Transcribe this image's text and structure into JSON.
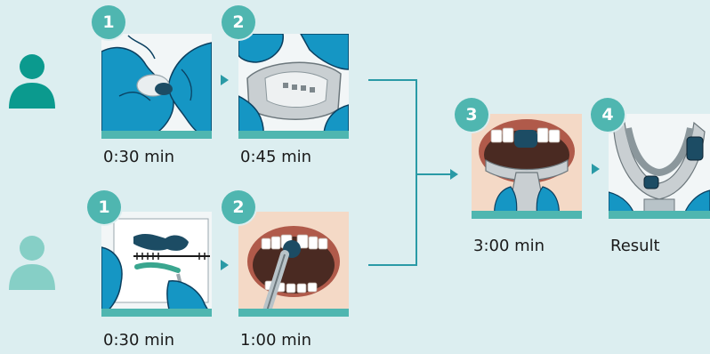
{
  "rows": [
    {
      "steps": [
        {
          "number": "1",
          "time": "0:30 min",
          "illustration": "gloved-hands-kneading-putty"
        },
        {
          "number": "2",
          "time": "0:45 min",
          "illustration": "loading-impression-tray"
        }
      ]
    },
    {
      "steps": [
        {
          "number": "1",
          "time": "0:30 min",
          "illustration": "mixing-paste-on-pad"
        },
        {
          "number": "2",
          "time": "1:00 min",
          "illustration": "syringe-application-in-mouth"
        }
      ]
    }
  ],
  "merged_steps": [
    {
      "number": "3",
      "time": "3:00 min",
      "illustration": "tray-seated-in-mouth"
    },
    {
      "number": "4",
      "time": "Result",
      "illustration": "finished-impression"
    }
  ],
  "icons": {
    "person": "person-icon",
    "arrow": "triangle-arrow-icon"
  },
  "colors": {
    "background": "#dceef0",
    "accent": "#4fb6b0",
    "person_dark": "#0b9a8e",
    "person_light": "#86cfc6",
    "glove": "#1596c4",
    "connector": "#2a9aa6",
    "putty": "#1c4c64"
  }
}
